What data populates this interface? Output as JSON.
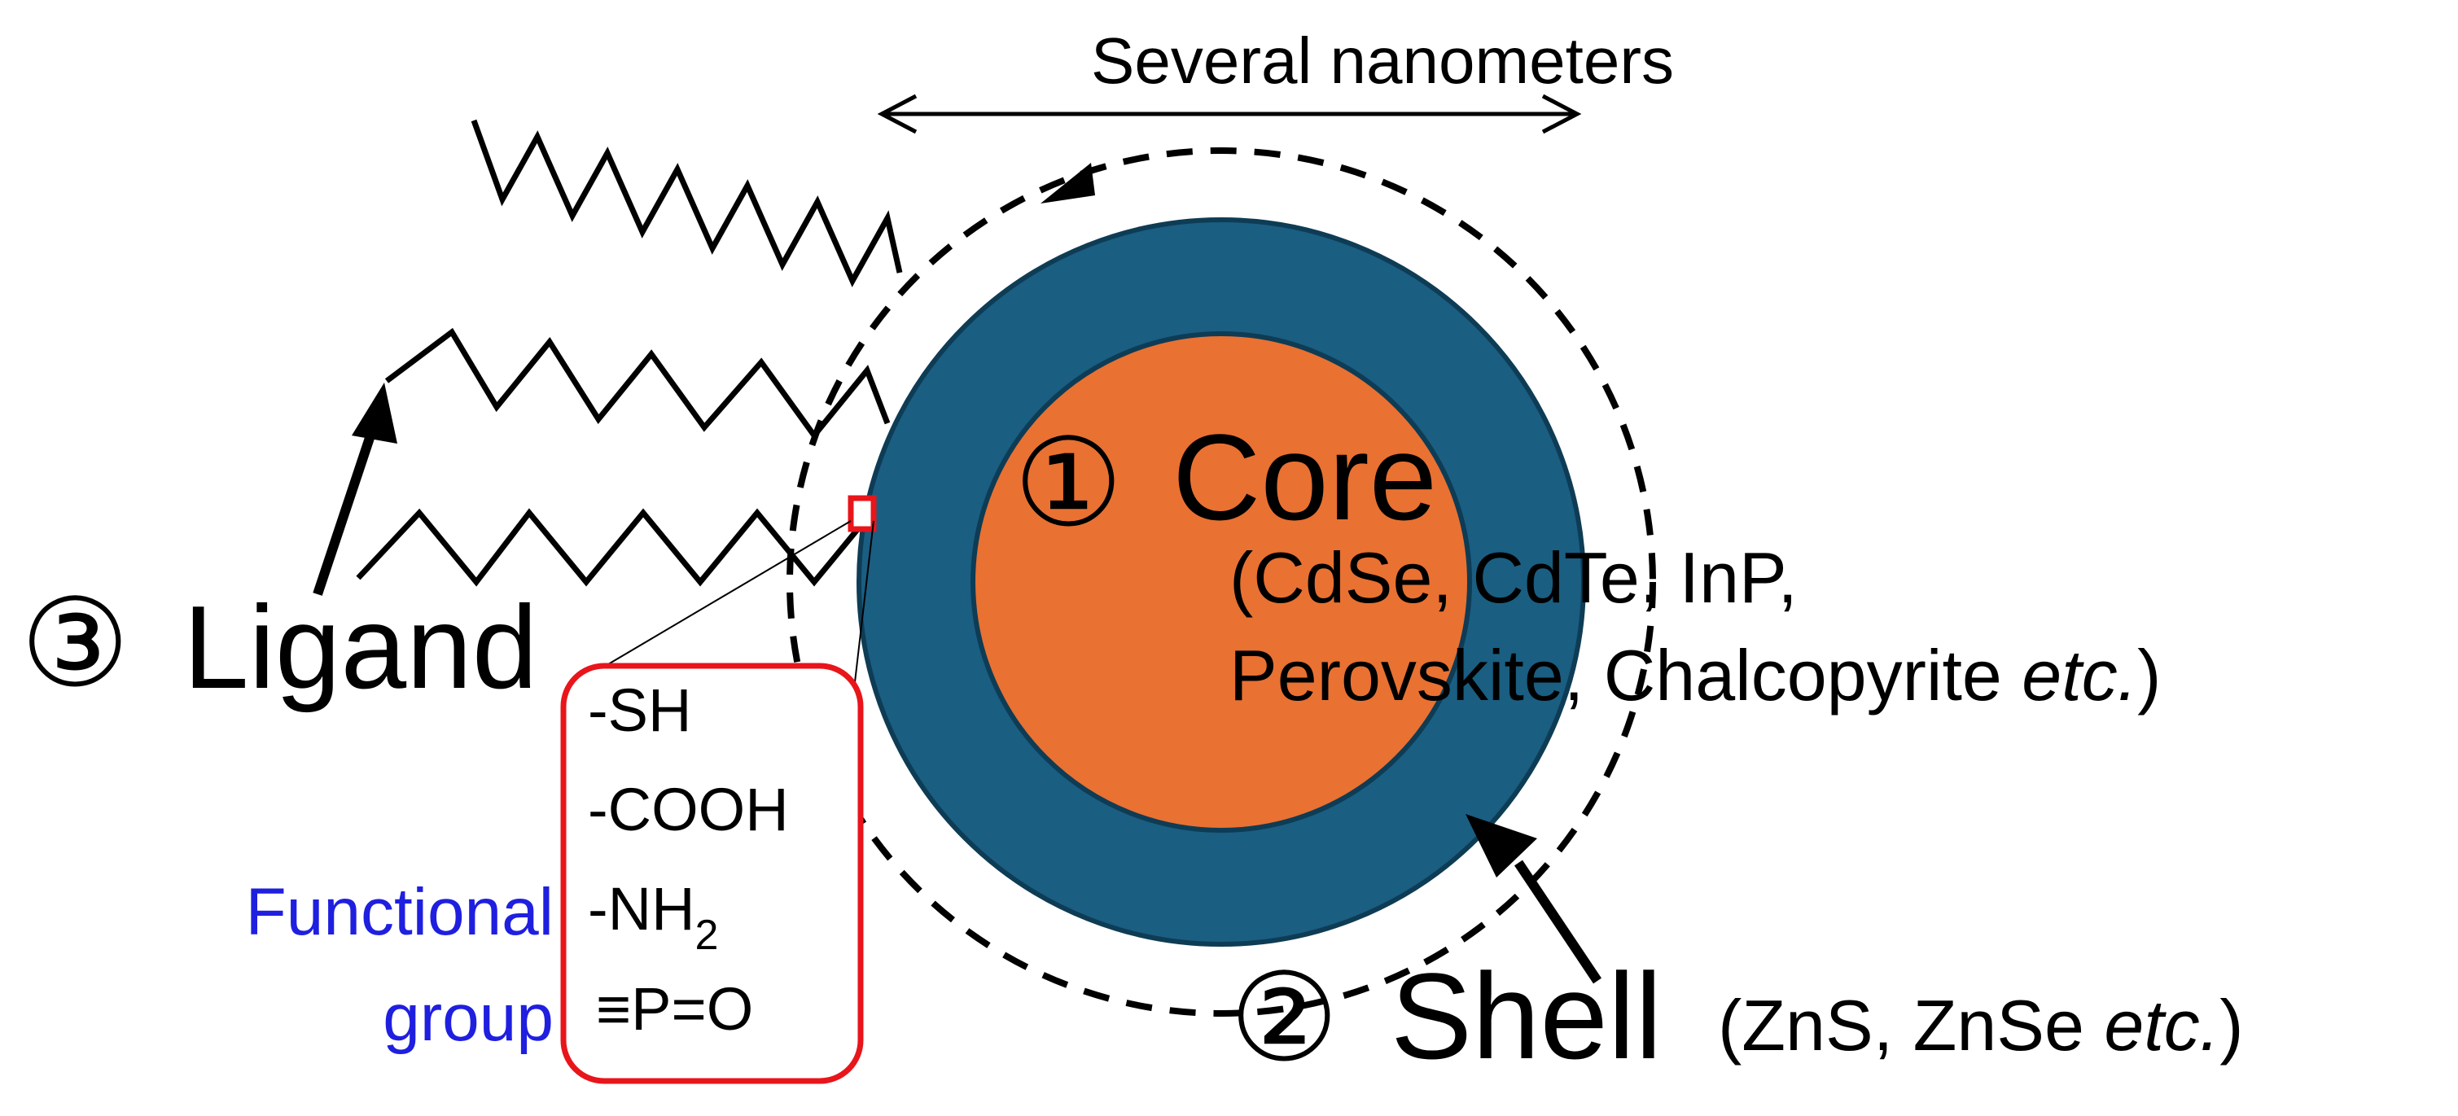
{
  "dimension": {
    "label": "Several nanometers"
  },
  "core": {
    "number": "①",
    "label": "Core",
    "materials_line1": "(CdSe, CdTe, InP,",
    "materials_line2_prefix": "Perovskite, Chalcopyrite ",
    "materials_line2_etc": "etc.",
    "materials_line2_suffix": ")",
    "color": "#E97132"
  },
  "shell": {
    "number": "②",
    "label": "Shell",
    "materials_prefix": "(ZnS, ZnSe ",
    "materials_etc": "etc.",
    "materials_suffix": ")",
    "color": "#1A5E82"
  },
  "ligand": {
    "number": "③",
    "label": "Ligand"
  },
  "functional_group": {
    "label_line1": "Functional",
    "label_line2": "group",
    "label_color": "#1F1FE0",
    "box_color": "#E8151B",
    "items": [
      "-SH",
      "-COOH",
      "-NH",
      "≡P=O"
    ],
    "nh_subscript": "2"
  }
}
